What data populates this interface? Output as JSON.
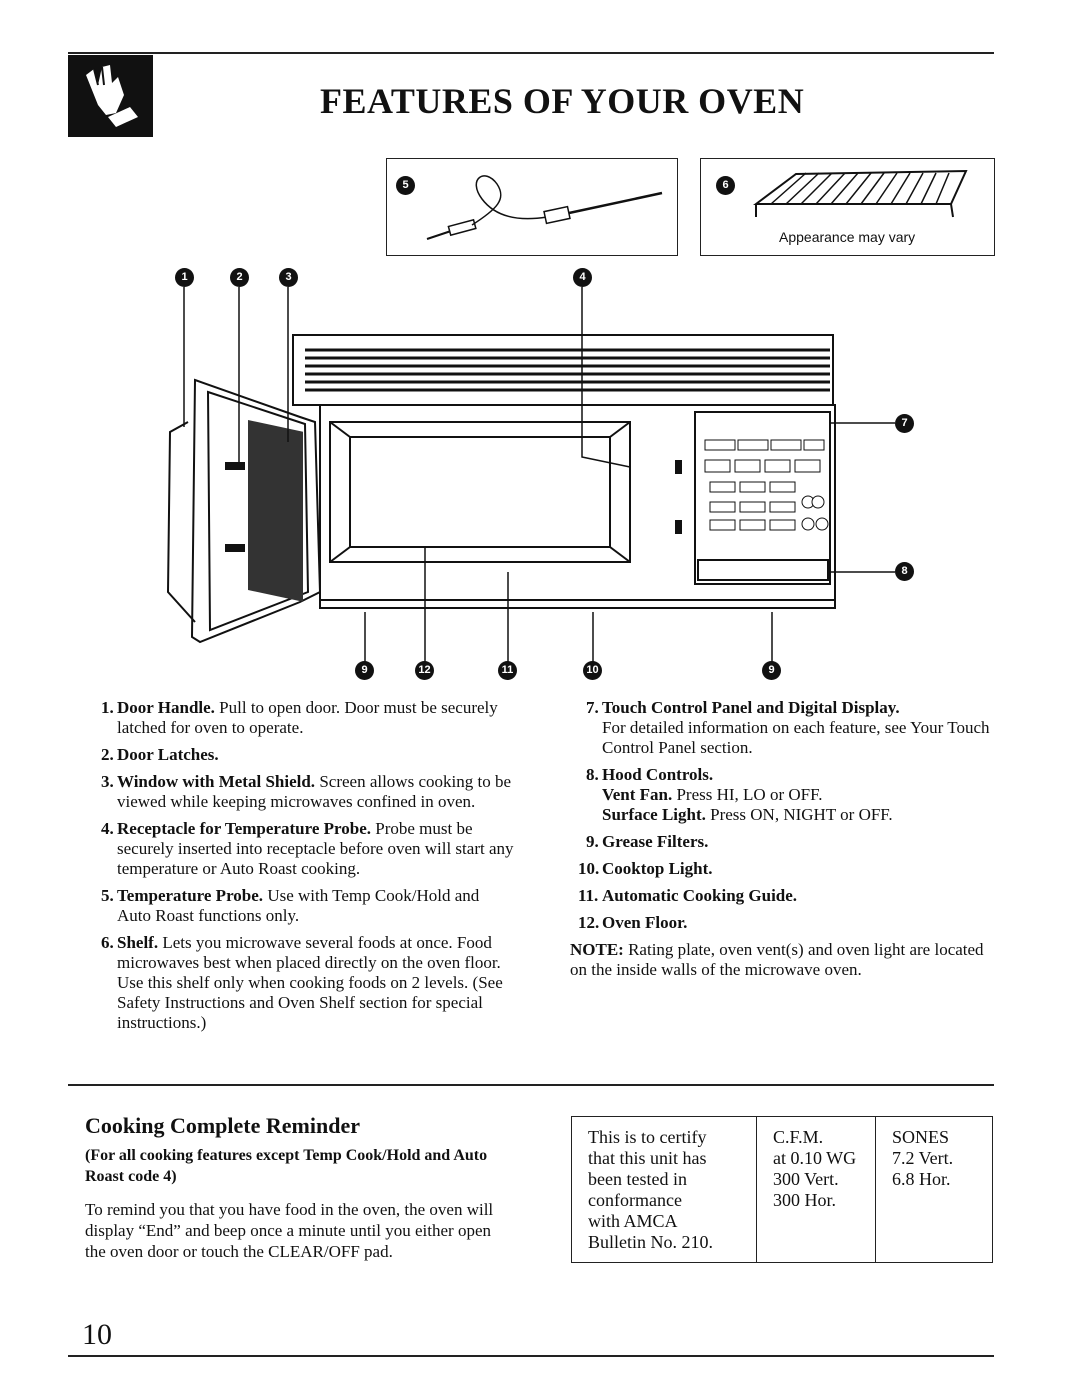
{
  "header": {
    "title": "FEATURES OF YOUR OVEN",
    "logo_icon": "hand-pressing-pad-icon"
  },
  "figures": {
    "shelf_caption": "Appearance may vary",
    "callouts": [
      "1",
      "2",
      "3",
      "4",
      "5",
      "6",
      "7",
      "8",
      "9",
      "12",
      "11",
      "10",
      "9"
    ]
  },
  "left_list": [
    {
      "num": "1.",
      "bold": "Door Handle.",
      "text": " Pull to open door. Door must be securely latched for oven to operate."
    },
    {
      "num": "2.",
      "bold": "Door Latches.",
      "text": ""
    },
    {
      "num": "3.",
      "bold": "Window with Metal Shield.",
      "text": " Screen allows cooking to be viewed while keeping microwaves confined in oven."
    },
    {
      "num": "4.",
      "bold": "Receptacle for Temperature Probe.",
      "text": " Probe must be securely inserted into receptacle before oven will start any temperature or Auto Roast cooking."
    },
    {
      "num": "5.",
      "bold": "Temperature Probe.",
      "text": " Use with Temp Cook/Hold and Auto Roast functions only."
    },
    {
      "num": "6.",
      "bold": "Shelf.",
      "text": " Lets you microwave several foods at once. Food microwaves best when placed directly on the oven floor. Use this shelf only when cooking foods on 2 levels. (See Safety Instructions and Oven Shelf section for special instructions.)"
    }
  ],
  "right_list": {
    "item7": {
      "num": "7.",
      "bold": "Touch Control Panel and Digital Display.",
      "text": "For detailed information on each feature, see Your Touch Control Panel section."
    },
    "item8": {
      "num": "8.",
      "bold": "Hood Controls.",
      "vent_bold": "Vent Fan.",
      "vent_text": " Press HI, LO or OFF.",
      "light_bold": "Surface Light.",
      "light_text": " Press ON, NIGHT or OFF."
    },
    "item9": {
      "num": "9.",
      "bold": "Grease Filters."
    },
    "item10": {
      "num": "10.",
      "bold": "Cooktop Light."
    },
    "item11": {
      "num": "11.",
      "bold": "Automatic Cooking Guide."
    },
    "item12": {
      "num": "12.",
      "bold": "Oven Floor."
    },
    "note_bold": "NOTE:",
    "note_text": " Rating plate, oven vent(s) and oven light are located on the inside walls of the microwave oven."
  },
  "reminder": {
    "heading": "Cooking Complete Reminder",
    "subheading": "(For all cooking features except Temp Cook/Hold and Auto Roast code 4)",
    "body": "To remind you that you have food in the oven, the oven will display “End” and beep once a minute until you either open the oven door or touch the CLEAR/OFF pad."
  },
  "certificate": {
    "col1": [
      "This is to certify",
      "that this unit has",
      "been tested in",
      "conformance",
      "with AMCA",
      "Bulletin No. 210."
    ],
    "col2": [
      "C.F.M.",
      "at 0.10 WG",
      "300 Vert.",
      "300 Hor."
    ],
    "col3": [
      "SONES",
      "7.2 Vert.",
      "6.8 Hor."
    ]
  },
  "page_number": "10"
}
